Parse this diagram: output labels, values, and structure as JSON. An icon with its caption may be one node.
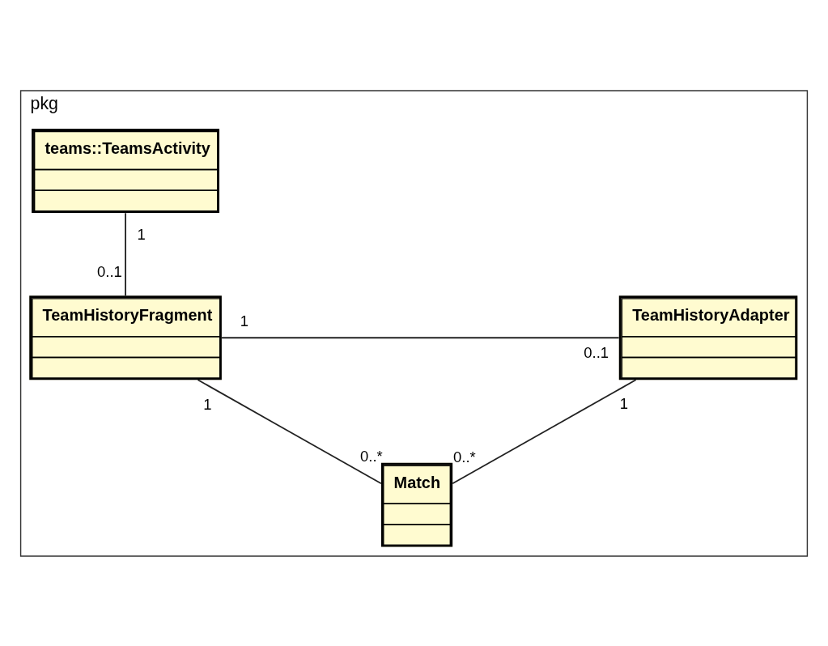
{
  "diagram": {
    "nodes": [
      {
        "text": [
          "pkg"
        ]
      },
      {
        "text": [
          "teams::TeamsActivity"
        ],
        "in": 0
      },
      {
        "text": [
          "TeamHistoryFragment"
        ],
        "in": 0
      },
      {
        "text": [
          "TeamHistoryAdapter"
        ],
        "in": 0
      },
      {
        "text": [
          "Match"
        ],
        "in": 0
      }
    ],
    "edges": [
      {
        "from": 1,
        "to": 2,
        "arrow": "none"
      },
      {
        "from": 2,
        "to": 3,
        "arrow": "none"
      },
      {
        "from": 2,
        "to": 4,
        "arrow": "none"
      },
      {
        "from": 3,
        "to": 4,
        "arrow": "none"
      }
    ],
    "labels": [
      "1",
      "0..1",
      "1",
      "0..1",
      "1",
      "1",
      "0..*",
      "0..*"
    ]
  }
}
